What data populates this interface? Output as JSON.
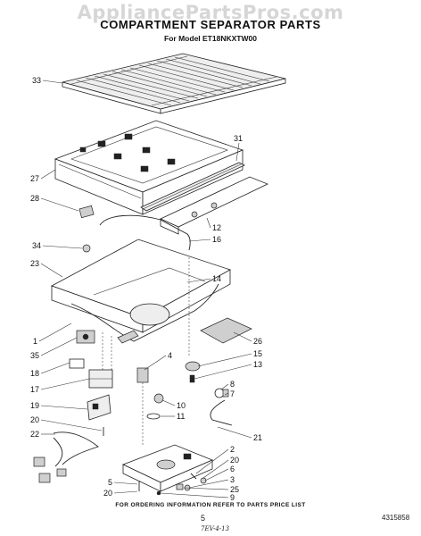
{
  "watermark": "AppliancePartsPros.com",
  "title": "COMPARTMENT SEPARATOR PARTS",
  "model": "For Model ET18NKXTW00",
  "callouts": {
    "c33": "33",
    "c31": "31",
    "c27": "27",
    "c28": "28",
    "c12": "12",
    "c16": "16",
    "c34": "34",
    "c23": "23",
    "c14": "14",
    "c1": "1",
    "c26": "26",
    "c15": "15",
    "c35": "35",
    "c4": "4",
    "c13": "13",
    "c18": "18",
    "c17": "17",
    "c8": "8",
    "c7": "7",
    "c10": "10",
    "c19": "19",
    "c11": "11",
    "c20a": "20",
    "c22": "22",
    "c21": "21",
    "c2": "2",
    "c20b": "20",
    "c6": "6",
    "c5": "5",
    "c3": "3",
    "c20c": "20",
    "c25": "25",
    "c9": "9"
  },
  "footer_note": "FOR ORDERING INFORMATION REFER TO PARTS PRICE LIST",
  "page_number": "5",
  "ref_code": "4315858",
  "hand_note": "7EV-4-13"
}
